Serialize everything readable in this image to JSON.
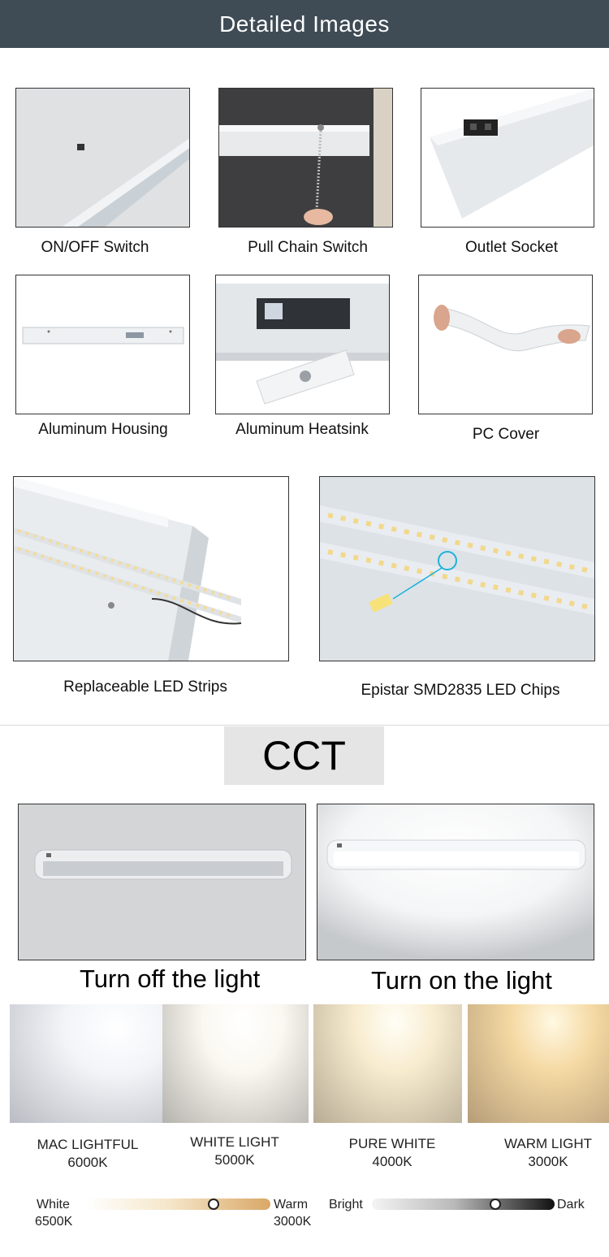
{
  "header": {
    "title": "Detailed Images"
  },
  "details": [
    {
      "caption": "ON/OFF Switch",
      "image": "switch-closeup-photo"
    },
    {
      "caption": "Pull Chain Switch",
      "image": "pull-chain-photo"
    },
    {
      "caption": "Outlet Socket",
      "image": "outlet-socket-photo"
    },
    {
      "caption": "Aluminum Housing",
      "image": "housing-photo"
    },
    {
      "caption": "Aluminum Heatsink",
      "image": "heatsink-photo"
    },
    {
      "caption": "PC Cover",
      "image": "pc-cover-photo"
    },
    {
      "caption": "Replaceable LED Strips",
      "image": "led-strips-photo"
    },
    {
      "caption": "Epistar SMD2835 LED Chips",
      "image": "led-chips-photo"
    }
  ],
  "cct": {
    "title": "CCT",
    "off_caption": "Turn off the light",
    "on_caption": "Turn on the light",
    "temps": [
      {
        "name": "MAC LIGHTFUL",
        "kelvin": "6000K",
        "color": "#f4f6fb"
      },
      {
        "name": "WHITE LIGHT",
        "kelvin": "5000K",
        "color": "#fbfaf4"
      },
      {
        "name": "PURE WHITE",
        "kelvin": "4000K",
        "color": "#fdf3dc"
      },
      {
        "name": "WARM LIGHT",
        "kelvin": "3000K",
        "color": "#fbe3b4"
      }
    ]
  },
  "sliders": {
    "color": {
      "left_name": "White",
      "left_value": "6500K",
      "right_name": "Warm",
      "right_value": "3000K"
    },
    "brightness": {
      "left": "Bright",
      "right": "Dark"
    }
  }
}
